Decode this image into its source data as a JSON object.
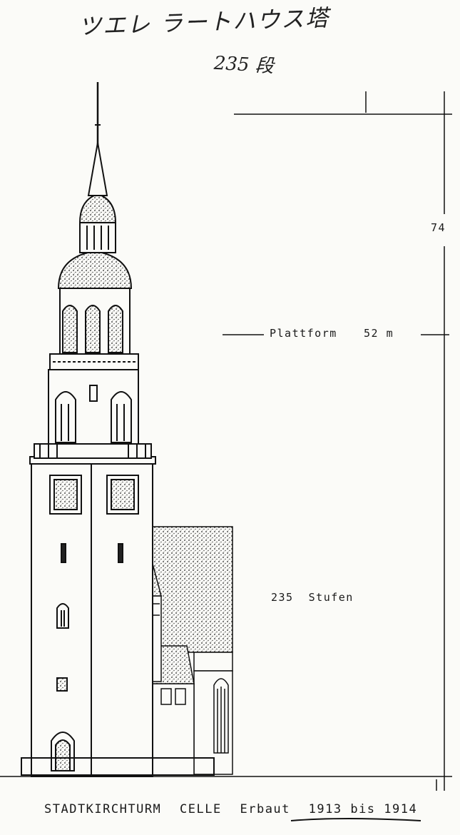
{
  "handwritten": {
    "title": "ツエレ ラートハウス塔",
    "steps": "235 段"
  },
  "dimensions": {
    "total_height": "74",
    "platform_label": "Plattform",
    "platform_height": "52 m",
    "stairs": "235  Stufen"
  },
  "caption": {
    "name": "STADTKIRCHTURM",
    "city": "CELLE",
    "built": "Erbaut",
    "dates": "1913 bis 1914"
  }
}
